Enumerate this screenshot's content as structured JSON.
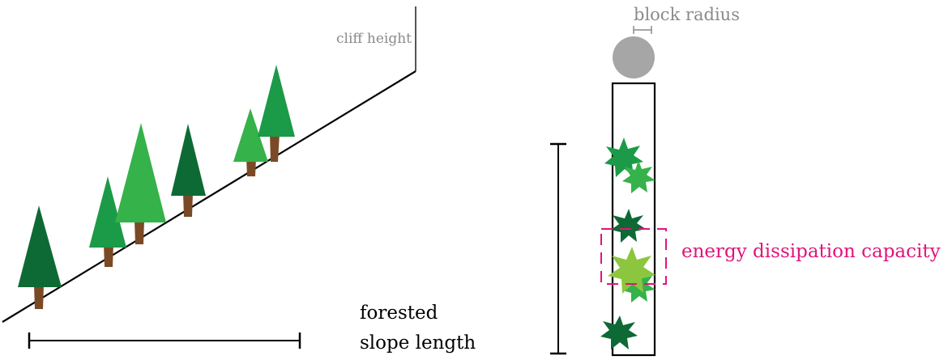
{
  "labels": {
    "cliff_height": "cliff height",
    "block_radius": "block radius",
    "forested_line1": "forested",
    "forested_line2": "slope length",
    "energy": "energy dissipation capacity"
  },
  "colors": {
    "line": "#000000",
    "gray_label": "#8a8a8a",
    "block": "#a6a6a6",
    "trunk": "#7a4a26",
    "dark_green": "#0d6a34",
    "mid_green": "#1b9a48",
    "light_green": "#35b24a",
    "lime": "#8cc63f",
    "magenta": "#e0157a"
  }
}
